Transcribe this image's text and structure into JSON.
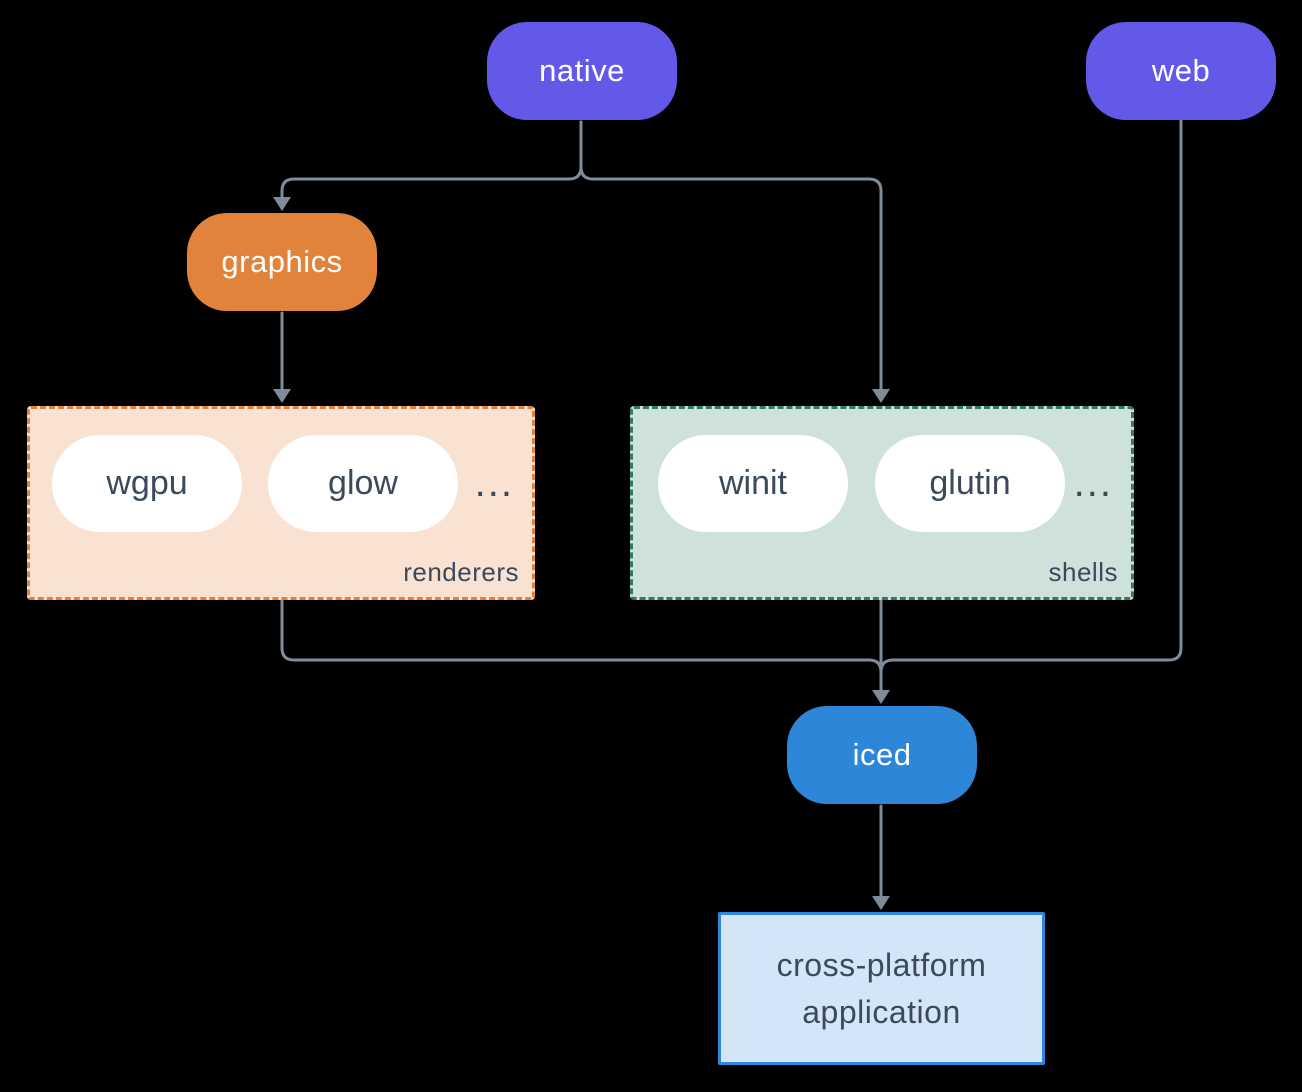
{
  "palette": {
    "background": "#000000",
    "line": "#7E8C9A",
    "node_text": "#FFFFFF",
    "dark_text": "#3A4A5C",
    "white": "#FFFFFF"
  },
  "nodes": {
    "native": {
      "label": "native",
      "fill": "#6359E9"
    },
    "web": {
      "label": "web",
      "fill": "#6359E9"
    },
    "graphics": {
      "label": "graphics",
      "fill": "#E2833C"
    },
    "iced": {
      "label": "iced",
      "fill": "#2D86D8"
    },
    "app": {
      "lines": [
        "cross-platform",
        "application"
      ],
      "bg": "#D4E5F7",
      "border": "#2E86DE"
    }
  },
  "groups": {
    "renderers": {
      "label": "renderers",
      "bg": "#F9E2D2",
      "border": "#E0813C",
      "items": [
        "wgpu",
        "glow"
      ],
      "ellipsis": "..."
    },
    "shells": {
      "label": "shells",
      "bg": "#CFE1DB",
      "border": "#2F7A6B",
      "items": [
        "winit",
        "glutin"
      ],
      "ellipsis": "..."
    }
  }
}
